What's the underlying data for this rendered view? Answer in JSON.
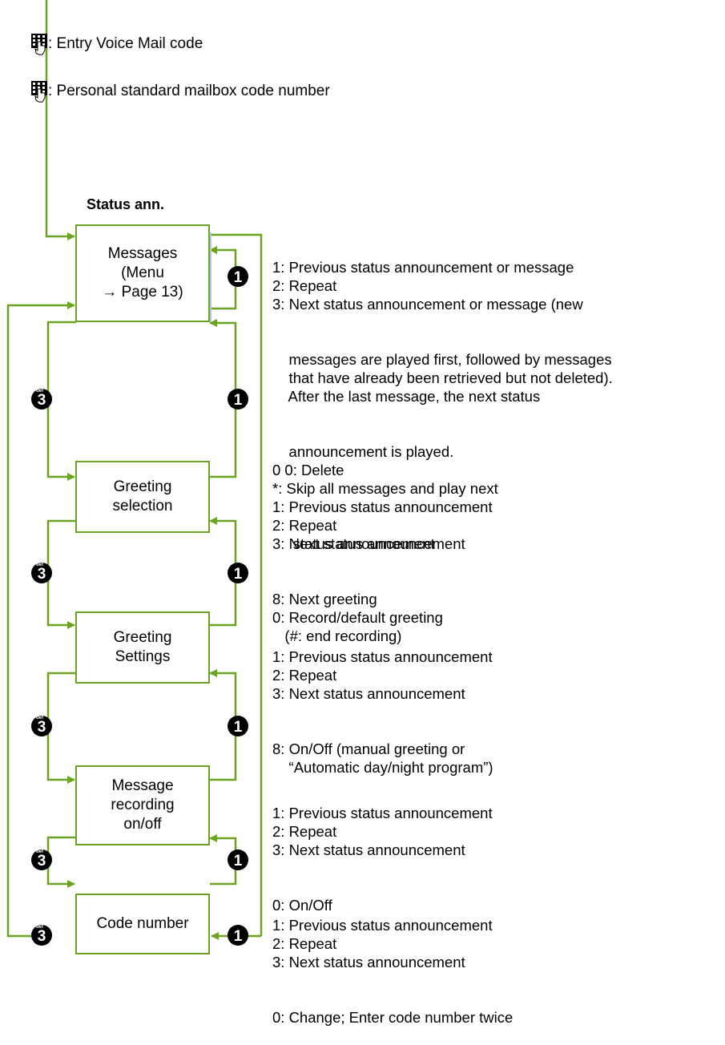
{
  "header": {
    "entry_label": ": Entry Voice Mail code",
    "mailbox_label": ": Personal standard mailbox code number",
    "keypad_icon": "keypad-hand-icon"
  },
  "column_title": "Status ann.",
  "keys": {
    "forward": "3",
    "forward_sub": "def",
    "back": "1"
  },
  "boxes": [
    {
      "label": "Messages\n(Menu\n→ Page 13)"
    },
    {
      "label": "Greeting\nselection"
    },
    {
      "label": "Greeting\nSettings"
    },
    {
      "label": "Message\nrecording\non/off"
    },
    {
      "label": "Code number"
    }
  ],
  "descriptions": [
    [
      "1: Previous status announcement or message",
      "2: Repeat",
      "3: Next status announcement or message (new",
      "    messages are played first, followed by messages",
      "    that have already been retrieved but not deleted).",
      "    After the last message, the next status",
      "    announcement is played.",
      "0 0: Delete",
      "*: Skip all messages and play next",
      "     status announcement"
    ],
    [
      "1: Previous status announcement",
      "2: Repeat",
      "3: Next status announcement",
      "8: Next greeting",
      "0: Record/default greeting",
      "   (#: end recording)"
    ],
    [
      "1: Previous status announcement",
      "2: Repeat",
      "3: Next status announcement",
      "8: On/Off (manual greeting or",
      "    “Automatic day/night program”)"
    ],
    [
      "1: Previous status announcement",
      "2: Repeat",
      "3: Next status announcement",
      "0: On/Off"
    ],
    [
      "1: Previous status announcement",
      "2: Repeat",
      "3: Next status announcement",
      "0: Change; Enter code number twice"
    ]
  ],
  "colors": {
    "line": "#6aa422",
    "shadow": "#b8c4de",
    "key": "#000000"
  }
}
